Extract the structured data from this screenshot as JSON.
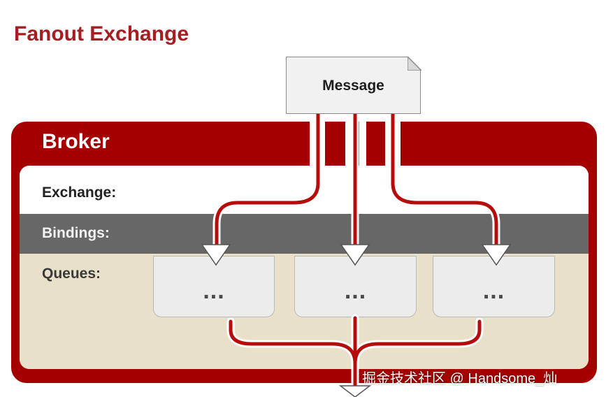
{
  "title": "Fanout Exchange",
  "message": {
    "label": "Message"
  },
  "broker": {
    "label": "Broker",
    "rows": {
      "exchange": "Exchange:",
      "bindings": "Bindings:",
      "queues": "Queues:"
    }
  },
  "queues": [
    {
      "label": "..."
    },
    {
      "label": "..."
    },
    {
      "label": "..."
    }
  ],
  "watermark": "掘金技术社区 @ Handsome_灿",
  "colors": {
    "brand_red": "#a40000",
    "title_red": "#a41e22",
    "bindings_gray": "#676767",
    "queues_beige": "#e8e0c9"
  }
}
